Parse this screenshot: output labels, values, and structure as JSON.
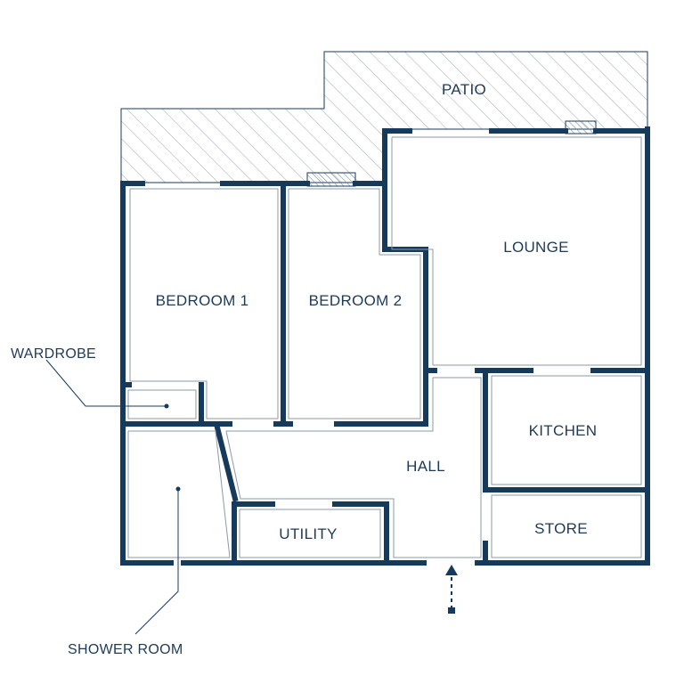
{
  "colors": {
    "wall": "#163a5c",
    "label": "#1f3a55",
    "hatch": "#9aa7b4",
    "background": "#ffffff"
  },
  "rooms": {
    "patio": "PATIO",
    "lounge": "LOUNGE",
    "bedroom1": "BEDROOM 1",
    "bedroom2": "BEDROOM 2",
    "kitchen": "KITCHEN",
    "hall": "HALL",
    "utility": "UTILITY",
    "store": "STORE"
  },
  "callouts": {
    "wardrobe": "WARDROBE",
    "shower_room": "SHOWER ROOM"
  },
  "icons": {
    "entrance": "dashed-arrow-up-icon"
  }
}
